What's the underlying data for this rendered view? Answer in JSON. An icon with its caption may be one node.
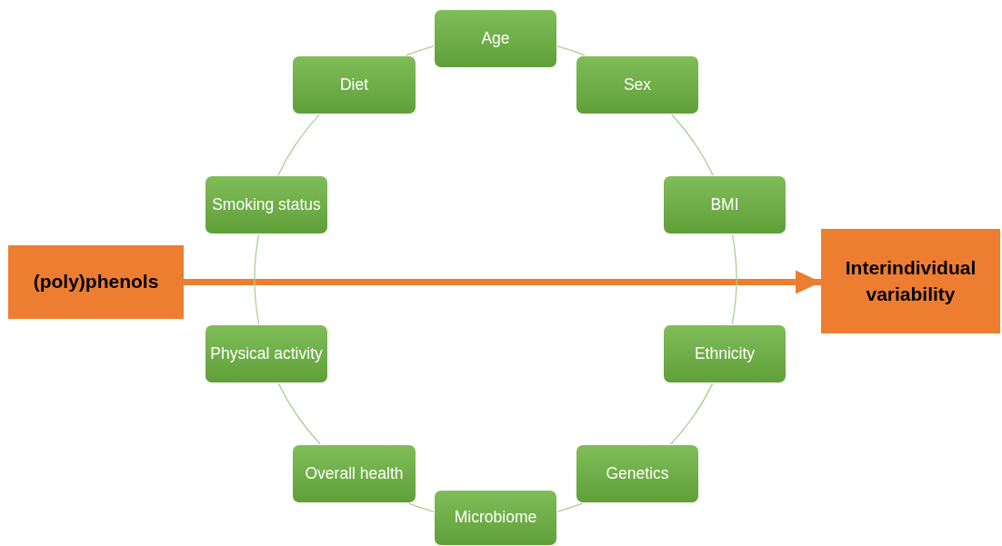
{
  "diagram": {
    "nodes": [
      {
        "text": [
          "Age"
        ]
      },
      {
        "text": [
          "Diet"
        ]
      },
      {
        "text": [
          "Sex"
        ]
      },
      {
        "text": [
          "Smoking status"
        ]
      },
      {
        "text": [
          "BMI"
        ]
      },
      {
        "text": [
          "(poly)phenols"
        ]
      },
      {
        "text": [
          "Interindividual variability"
        ]
      },
      {
        "text": [
          "Physical activity"
        ]
      },
      {
        "text": [
          "Ethnicity"
        ]
      },
      {
        "text": [
          "Overall health"
        ]
      },
      {
        "text": [
          "Genetics"
        ]
      },
      {
        "text": [
          "Microbiome"
        ]
      }
    ],
    "edges": [
      {
        "from": 5,
        "to": 6,
        "arrow": "to",
        "style": "thick",
        "color": "#ed7d31"
      },
      {
        "from": 0,
        "to": 2,
        "arrow": "none"
      },
      {
        "from": 2,
        "to": 4,
        "arrow": "none"
      },
      {
        "from": 4,
        "to": 8,
        "arrow": "none"
      },
      {
        "from": 8,
        "to": 10,
        "arrow": "none"
      },
      {
        "from": 10,
        "to": 11,
        "arrow": "none"
      },
      {
        "from": 11,
        "to": 9,
        "arrow": "none"
      },
      {
        "from": 9,
        "to": 7,
        "arrow": "none"
      },
      {
        "from": 7,
        "to": 3,
        "arrow": "none"
      },
      {
        "from": 3,
        "to": 1,
        "arrow": "none"
      },
      {
        "from": 1,
        "to": 0,
        "arrow": "none"
      }
    ]
  }
}
